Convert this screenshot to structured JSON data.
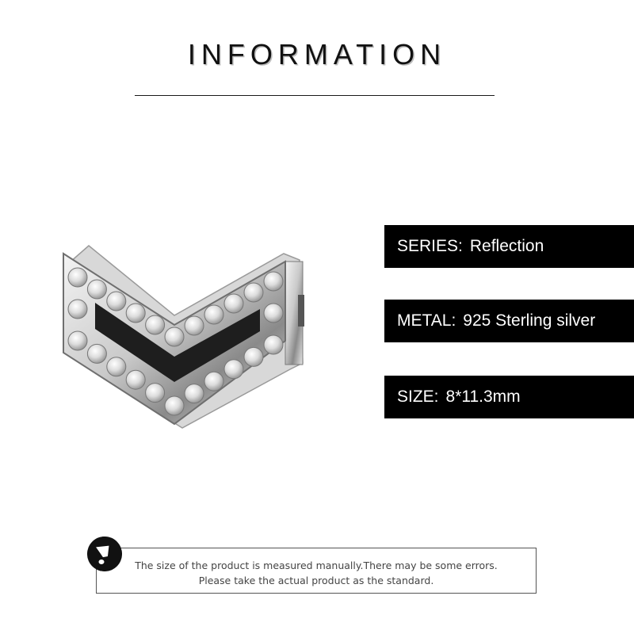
{
  "header": {
    "title": "INFORMATION"
  },
  "specs": [
    {
      "label": "SERIES:",
      "value": "Reflection"
    },
    {
      "label": "METAL:",
      "value": "925 Sterling silver"
    },
    {
      "label": "SIZE:",
      "value": "8*11.3mm"
    }
  ],
  "notice": {
    "icon": "exclamation-icon",
    "line1": "The size of the product is measured manually.There may be some errors.",
    "line2": "Please take the actual product as the standard."
  },
  "colors": {
    "spec_bg": "#000000",
    "spec_text": "#ffffff",
    "text": "#111111"
  }
}
